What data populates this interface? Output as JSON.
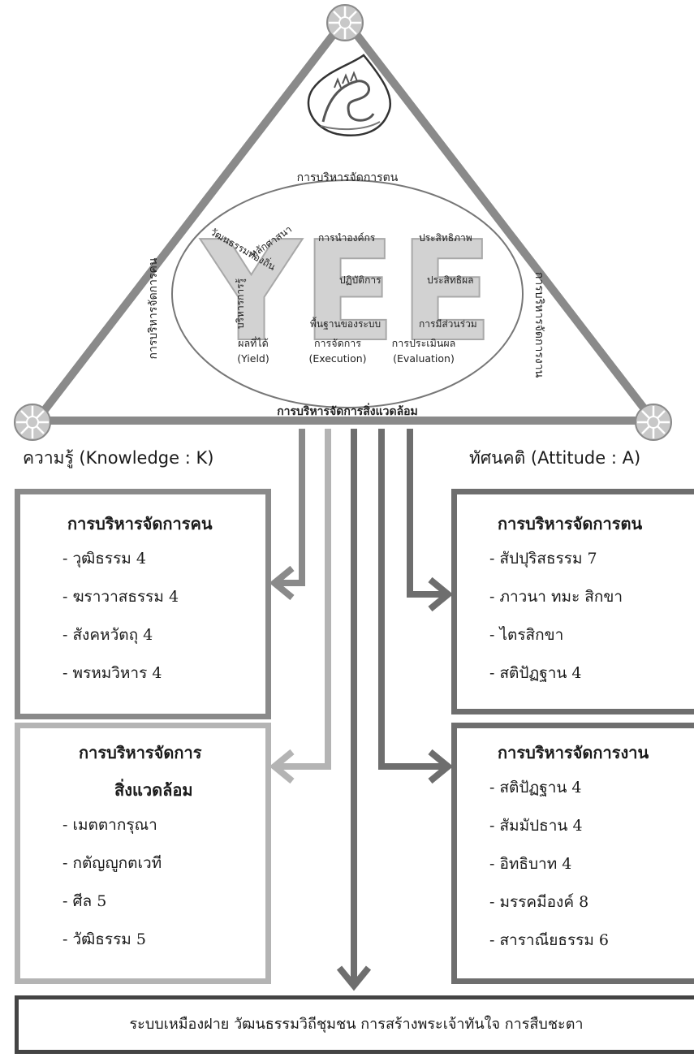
{
  "triangle": {
    "top_label": "การบริหารจัดการตน",
    "bottom_label": "การบริหารจัดการสิ่งแวดล้อม",
    "left_label": "การบริหารจัดการคน",
    "right_label": "การบริหารจัดการงาน"
  },
  "yee": {
    "letters": [
      "Y",
      "E",
      "E"
    ],
    "y_words": [
      "วัฒนธรรมท้องถิ่น",
      "หลักศาสนา",
      "บริหารการรู้"
    ],
    "e1_words": [
      "การนำองค์กร",
      "ปฏิบัติการ",
      "พื้นฐานของระบบ"
    ],
    "e2_words": [
      "ประสิทธิภาพ",
      "ประสิทธิผล",
      "การมีส่วนร่วม"
    ],
    "captions": [
      {
        "thai": "ผลที่ได้",
        "eng": "(Yield)"
      },
      {
        "thai": "การจัดการ",
        "eng": "(Execution)"
      },
      {
        "thai": "การประเมินผล",
        "eng": "(Evaluation)"
      }
    ]
  },
  "headings": {
    "knowledge": "ความรู้ (Knowledge : K)",
    "attitude": "ทัศนคติ (Attitude : A)"
  },
  "boxes": {
    "people": {
      "title": "การบริหารจัดการคน",
      "items": [
        "- วุฒิธรรม 4",
        "- ฆราวาสธรรม 4",
        "- สังคหวัตถุ 4",
        "- พรหมวิหาร 4"
      ]
    },
    "self": {
      "title": "การบริหารจัดการตน",
      "items": [
        "- สัปปุริสธรรม 7",
        "- ภาวนา ทมะ สิกขา",
        "- ไตรสิกขา",
        "- สติปัฏฐาน 4"
      ]
    },
    "environment": {
      "title_line1": "การบริหารจัดการ",
      "title_line2": "สิ่งแวดล้อม",
      "items": [
        "- เมตตากรุณา",
        "- กตัญญูกตเวที",
        "- ศีล 5",
        "- วัฒิธรรม 5"
      ]
    },
    "work": {
      "title": "การบริหารจัดการงาน",
      "items": [
        "- สติปัฏฐาน 4",
        "- สัมมัปธาน 4",
        "- อิทธิบาท 4",
        "- มรรคมีองค์ 8",
        "- สาราณียธรรม 6"
      ]
    }
  },
  "bottom_bar": "ระบบเหมืองฝาย วัฒนธรรมวิถีชุมชน การสร้างพระเจ้าทันใจ การสืบชะตา",
  "colors": {
    "triangle": "#8a8a8a",
    "dark_arrow": "#6e6e6e",
    "light_arrow": "#b4b4b4",
    "box_dark": "#6e6e6e",
    "box_light": "#b4b4b4",
    "wheel": "#c8c8c8"
  },
  "icons": [
    "dharma-wheel-icon",
    "naga-emblem-icon"
  ]
}
